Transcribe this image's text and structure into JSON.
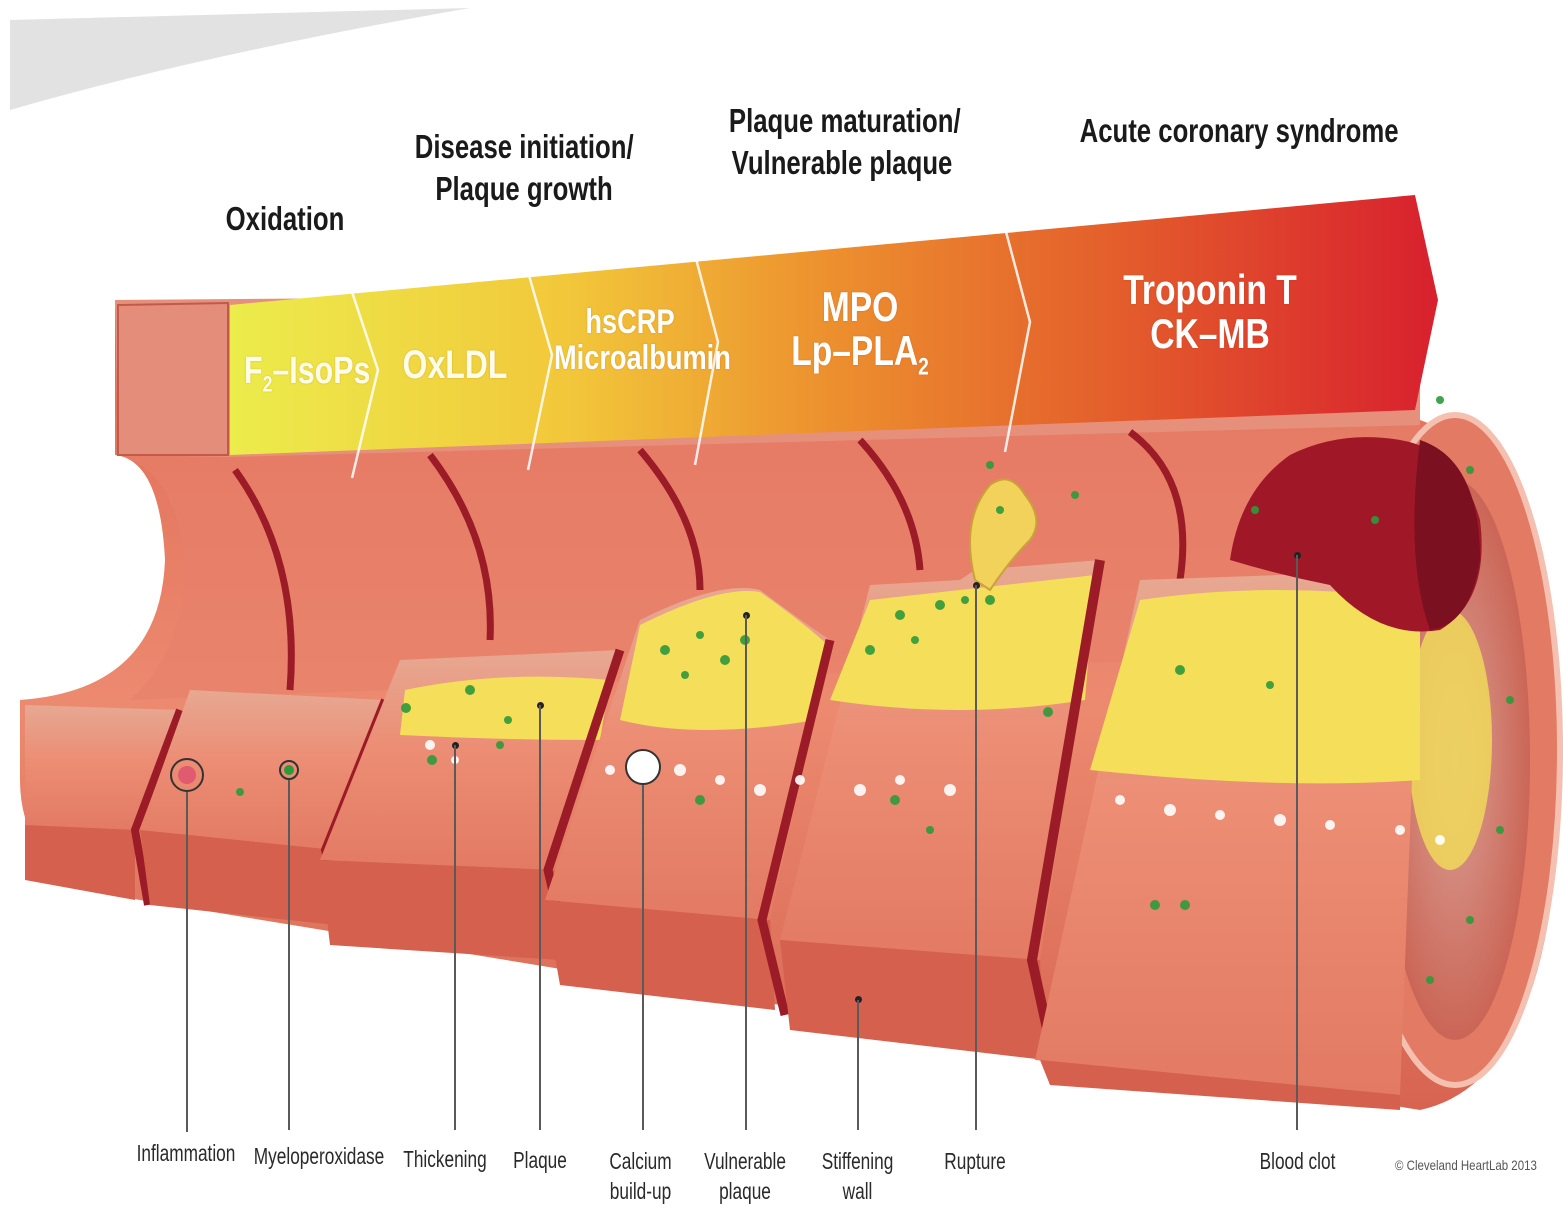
{
  "stages": [
    {
      "id": "oxidation",
      "title": "Oxidation"
    },
    {
      "id": "initiation",
      "title": "Disease initiation/ Plaque growth",
      "lines": [
        "Disease initiation/",
        "Plaque growth"
      ]
    },
    {
      "id": "maturation",
      "title": "Plaque maturation/ Vulnerable plaque",
      "lines": [
        "Plaque maturation/",
        "Vulnerable plaque"
      ]
    },
    {
      "id": "acs",
      "title": "Acute coronary syndrome"
    }
  ],
  "biomarkers": [
    {
      "id": "f2-isops",
      "base": "F",
      "sub": "2",
      "rest": "–IsoPs"
    },
    {
      "id": "oxldl",
      "text": "OxLDL"
    },
    {
      "id": "hscrp",
      "lines": [
        "hsCRP",
        "Microalbumin"
      ]
    },
    {
      "id": "mpo",
      "lines": [
        "MPO",
        "Lp–PLA"
      ],
      "sub": "2"
    },
    {
      "id": "troponin",
      "lines": [
        "Troponin T",
        "CK–MB"
      ]
    }
  ],
  "labels": {
    "inflammation": "Inflammation",
    "myeloperoxidase": "Myeloperoxidase",
    "thickening": "Thickening",
    "plaque": "Plaque",
    "calcium_1": "Calcium",
    "calcium_2": "build-up",
    "vulnerable_1": "Vulnerable",
    "vulnerable_2": "plaque",
    "stiffening_1": "Stiffening",
    "stiffening_2": "wall",
    "rupture": "Rupture",
    "blood_clot": "Blood clot"
  },
  "credit": "© Cleveland HeartLab 2013",
  "colors": {
    "artery_wall": "#e0735c",
    "artery_dark": "#9b1c26",
    "plaque_yellow": "#f4de5a",
    "clot": "#a01828",
    "arrow_start": "#e8e64a",
    "arrow_end": "#d8202e"
  }
}
